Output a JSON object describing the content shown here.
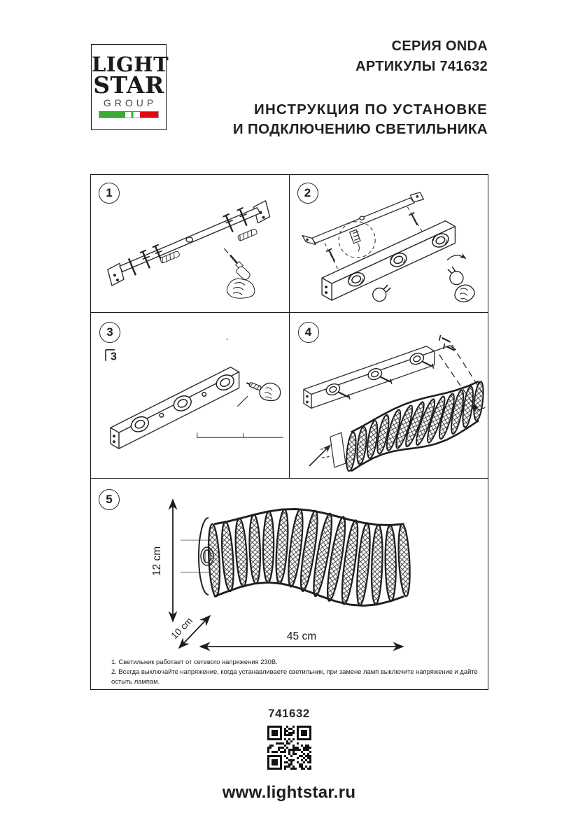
{
  "header": {
    "logo": {
      "line1": "LIGHT",
      "line2": "STAR",
      "line3": "GROUP"
    },
    "series_title": "СЕРИЯ ONDA",
    "article_title": "АРТИКУЛЫ 741632",
    "instruction_title_line1": "ИНСТРУКЦИЯ ПО УСТАНОВКЕ",
    "instruction_title_line2": "И ПОДКЛЮЧЕНИЮ СВЕТИЛЬНИКА"
  },
  "steps": {
    "numbers": [
      "1",
      "2",
      "3",
      "4",
      "5"
    ],
    "panel3_mark": "3"
  },
  "dimensions": {
    "height": "12 cm",
    "depth": "10 cm",
    "length": "45 cm"
  },
  "notes": [
    "1. Светильник работает от сетевого напряжения 230В.",
    "2. Всегда выключайте напряжение, когда устанавливаете светильник, при замене ламп выключите напряжение и дайте остыть лампам."
  ],
  "footer": {
    "article_number": "741632",
    "website": "www.lightstar.ru"
  },
  "colors": {
    "flag_green": "#3aaa35",
    "flag_red": "#e30613",
    "ink": "#231f20"
  }
}
